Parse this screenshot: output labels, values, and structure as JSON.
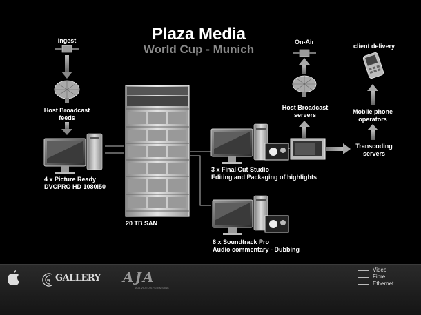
{
  "header": {
    "title": "Plaza Media",
    "subtitle": "World Cup - Munich"
  },
  "labels": {
    "ingest": "Ingest",
    "host_feeds_1": "Host Broadcast",
    "host_feeds_2": "feeds",
    "picture_ready_1": "4 x Picture Ready",
    "picture_ready_2": "DVCPRO HD 1080i50",
    "san": "20 TB SAN",
    "fcs_1": "3 x Final Cut Studio",
    "fcs_2": "Editing and Packaging of highlights",
    "soundtrack_1": "8 x Soundtrack Pro",
    "soundtrack_2": "Audio commentary - Dubbing",
    "on_air": "On-Air",
    "host_servers_1": "Host Broadcast",
    "host_servers_2": "servers",
    "client_delivery": "client delivery",
    "mobile_1": "Mobile phone",
    "mobile_2": "operators",
    "transcoding_1": "Transcoding",
    "transcoding_2": "servers"
  },
  "footer": {
    "logo_gallery": "GALLERY",
    "logo_aja": "AJA",
    "logo_aja_small": "AJA VIDEO SYSTEMS INC",
    "legend": [
      "Video",
      "Fibre",
      "Ethernet"
    ]
  }
}
